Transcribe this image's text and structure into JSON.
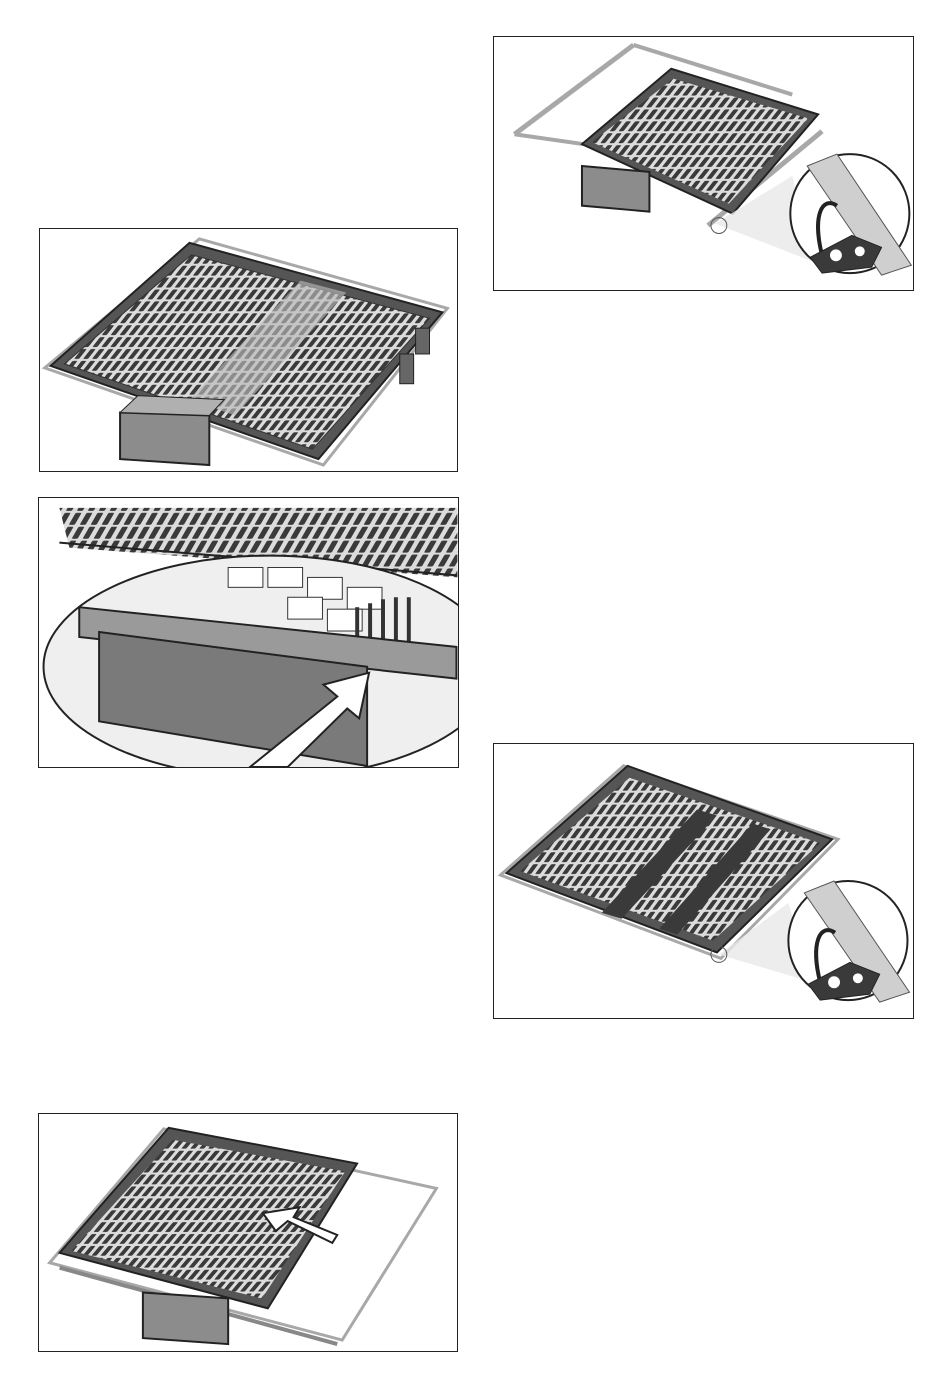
{
  "figures": [
    {
      "id": "fig-1",
      "depicts": "cutlery-tray-top-view"
    },
    {
      "id": "fig-2",
      "depicts": "cutlery-tray-latch-detail"
    },
    {
      "id": "fig-3",
      "depicts": "cutlery-tray-slide-in"
    },
    {
      "id": "fig-4",
      "depicts": "cutlery-tray-rail-clip-extended"
    },
    {
      "id": "fig-5",
      "depicts": "cutlery-tray-rail-clip-retracted"
    }
  ],
  "colors": {
    "frame": "#222222",
    "tray_dark": "#3a3a3a",
    "tray_mid": "#7a7a7a",
    "tray_light": "#cfcfcf",
    "rail": "#a8a8a8",
    "handle": "#8c8c8c"
  },
  "icons": [
    "arrow-icon",
    "magnifier-callout-icon",
    "clip-icon"
  ]
}
